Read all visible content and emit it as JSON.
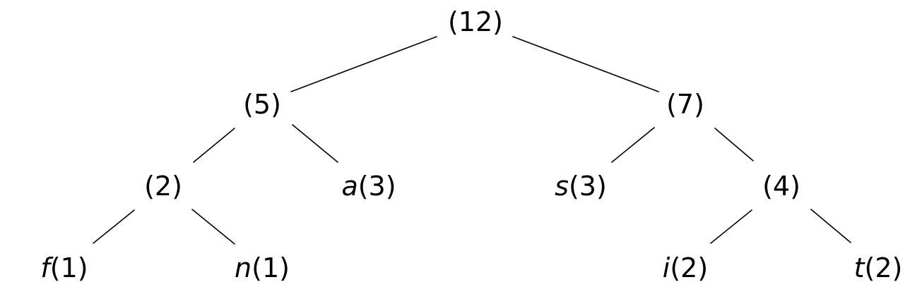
{
  "tree": {
    "root": {
      "symbol": "",
      "weight": "(12)",
      "left": {
        "symbol": "",
        "weight": "(5)",
        "left": {
          "symbol": "",
          "weight": "(2)",
          "left": {
            "symbol": "f",
            "weight": "(1)"
          },
          "right": {
            "symbol": "n",
            "weight": "(1)"
          }
        },
        "right": {
          "symbol": "a",
          "weight": "(3)"
        }
      },
      "right": {
        "symbol": "",
        "weight": "(7)",
        "left": {
          "symbol": "s",
          "weight": "(3)"
        },
        "right": {
          "symbol": "",
          "weight": "(4)",
          "left": {
            "symbol": "i",
            "weight": "(2)"
          },
          "right": {
            "symbol": "t",
            "weight": "(2)"
          }
        }
      }
    }
  }
}
